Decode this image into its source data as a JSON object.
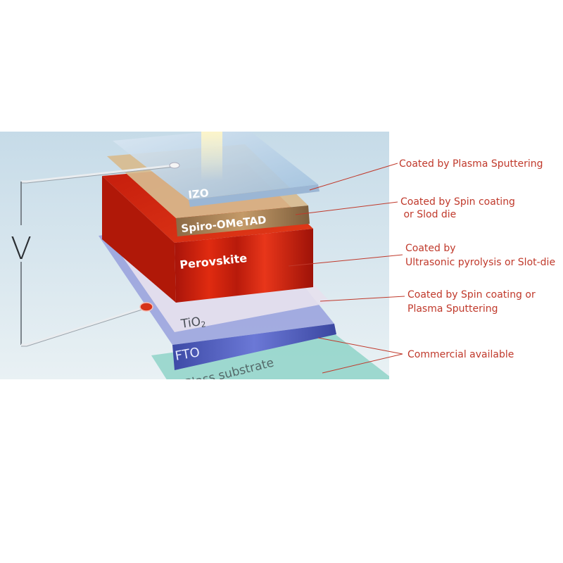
{
  "diagram": {
    "voltage_symbol": "V",
    "layers": {
      "izo": "IZO",
      "spiro": "Spiro-OMeTAD",
      "perovskite": "Perovskite",
      "tio2_main": "TiO",
      "tio2_sub": "2",
      "fto": "FTO",
      "substrate": "Glass substrate"
    },
    "annotations": {
      "izo": [
        "Coated by Plasma Sputtering"
      ],
      "spiro": [
        "Coated by Spin coating",
        " or Slod die"
      ],
      "perovskite": [
        "Coated by",
        "Ultrasonic pyrolysis or Slot-die"
      ],
      "tio2": [
        "Coated by Spin coating or",
        "Plasma Sputtering"
      ],
      "fto_substrate": [
        "Commercial available"
      ]
    },
    "colors": {
      "annotation_text": "#c0392b",
      "leader_line": "#c0392b",
      "izo": "#a9c6e0",
      "spiro": "#a07a4c",
      "perovskite": "#d5260c",
      "tio2": "#ddd8e6",
      "fto": "#4a58b8",
      "substrate": "#8fd3c8"
    }
  }
}
